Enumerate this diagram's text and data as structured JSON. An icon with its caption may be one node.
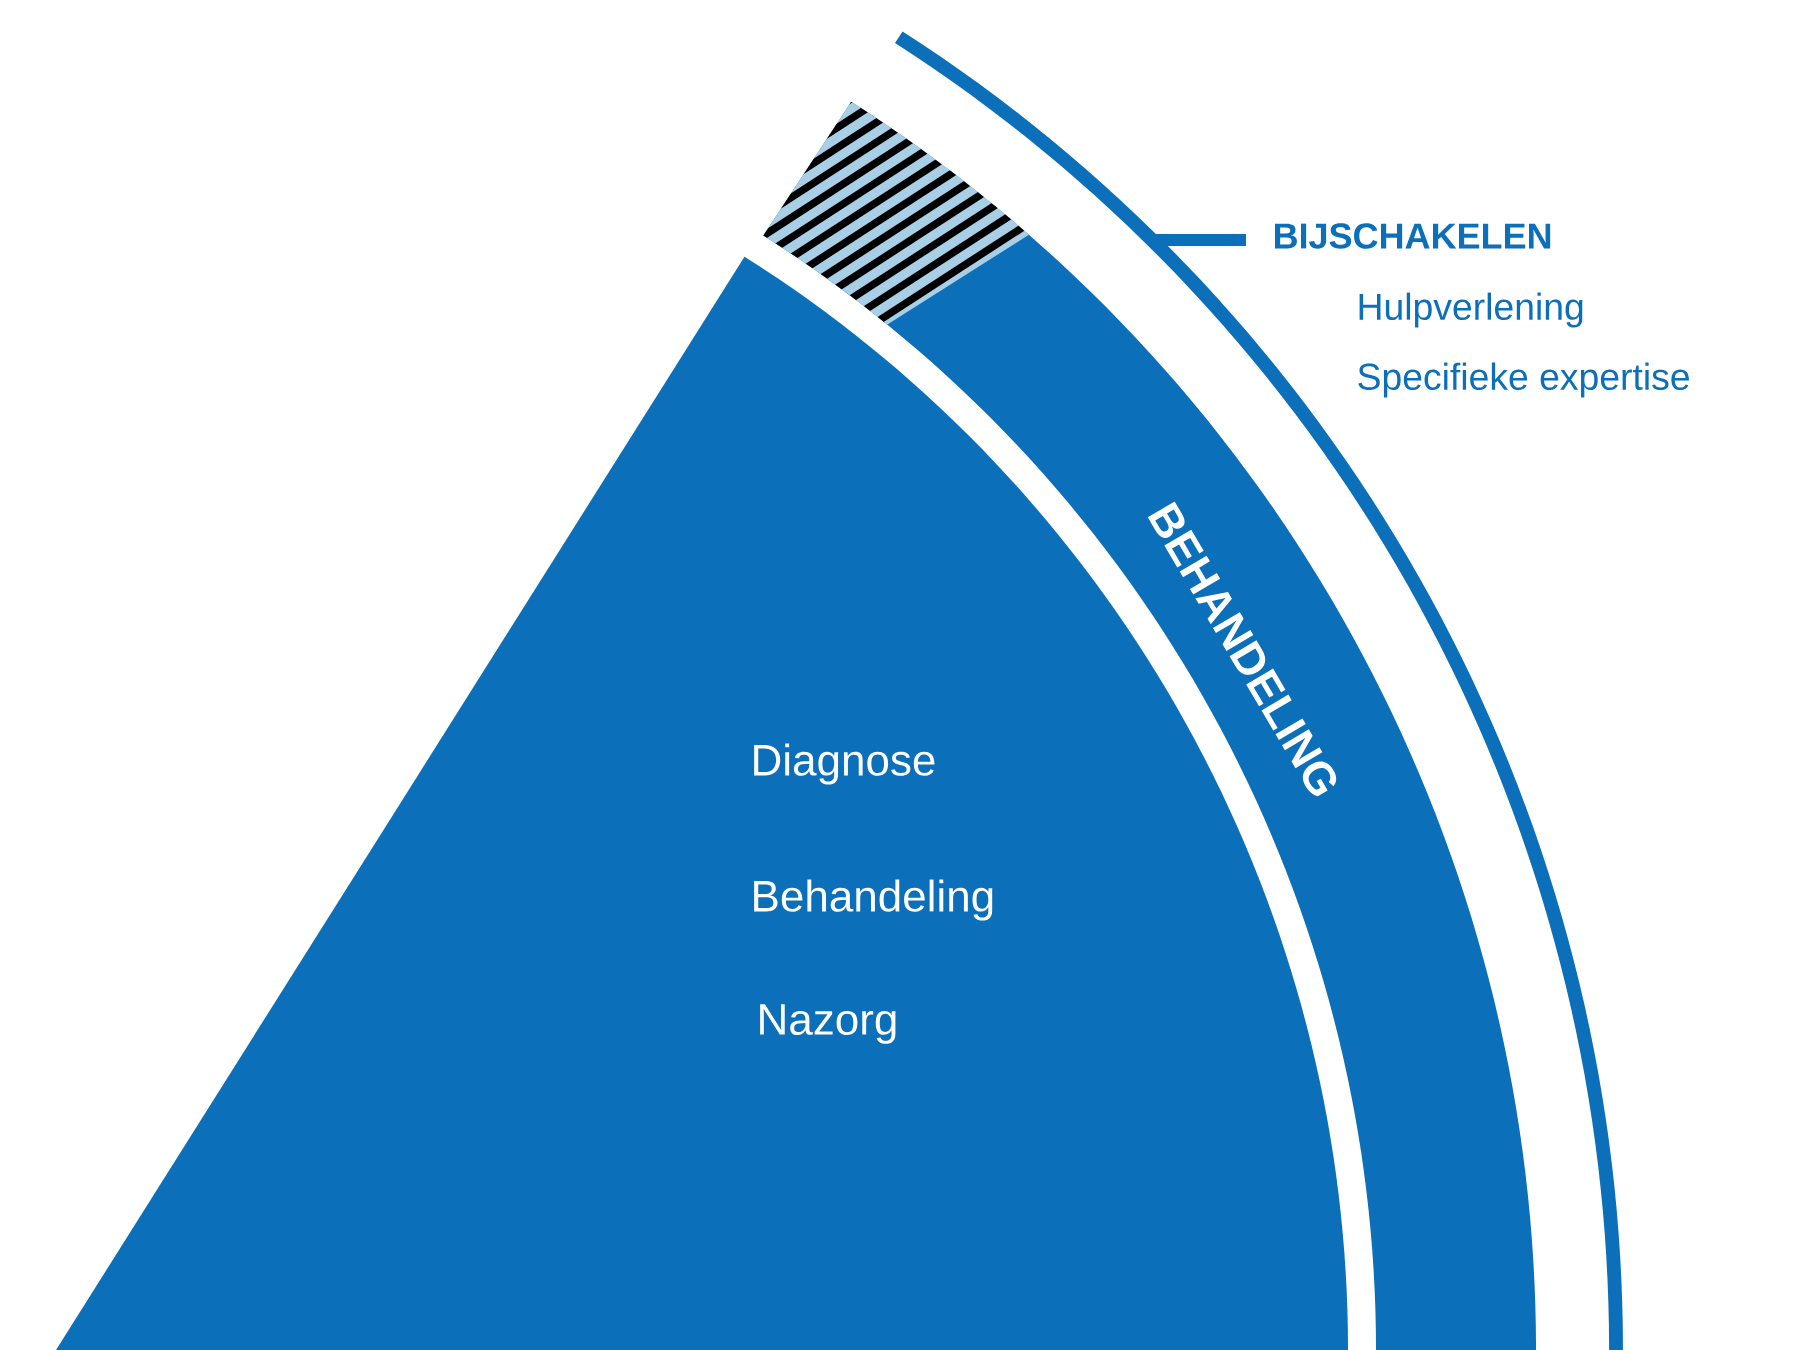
{
  "diagram": {
    "nodes": [
      {
        "text": [
          "Diagnose",
          "Behandeling",
          "Nazorg"
        ]
      },
      {
        "text": [
          "BEHANDELING"
        ]
      }
    ],
    "labels": [
      "BIJSCHAKELEN",
      "Hulpverlening",
      "Specifieke expertise"
    ]
  }
}
